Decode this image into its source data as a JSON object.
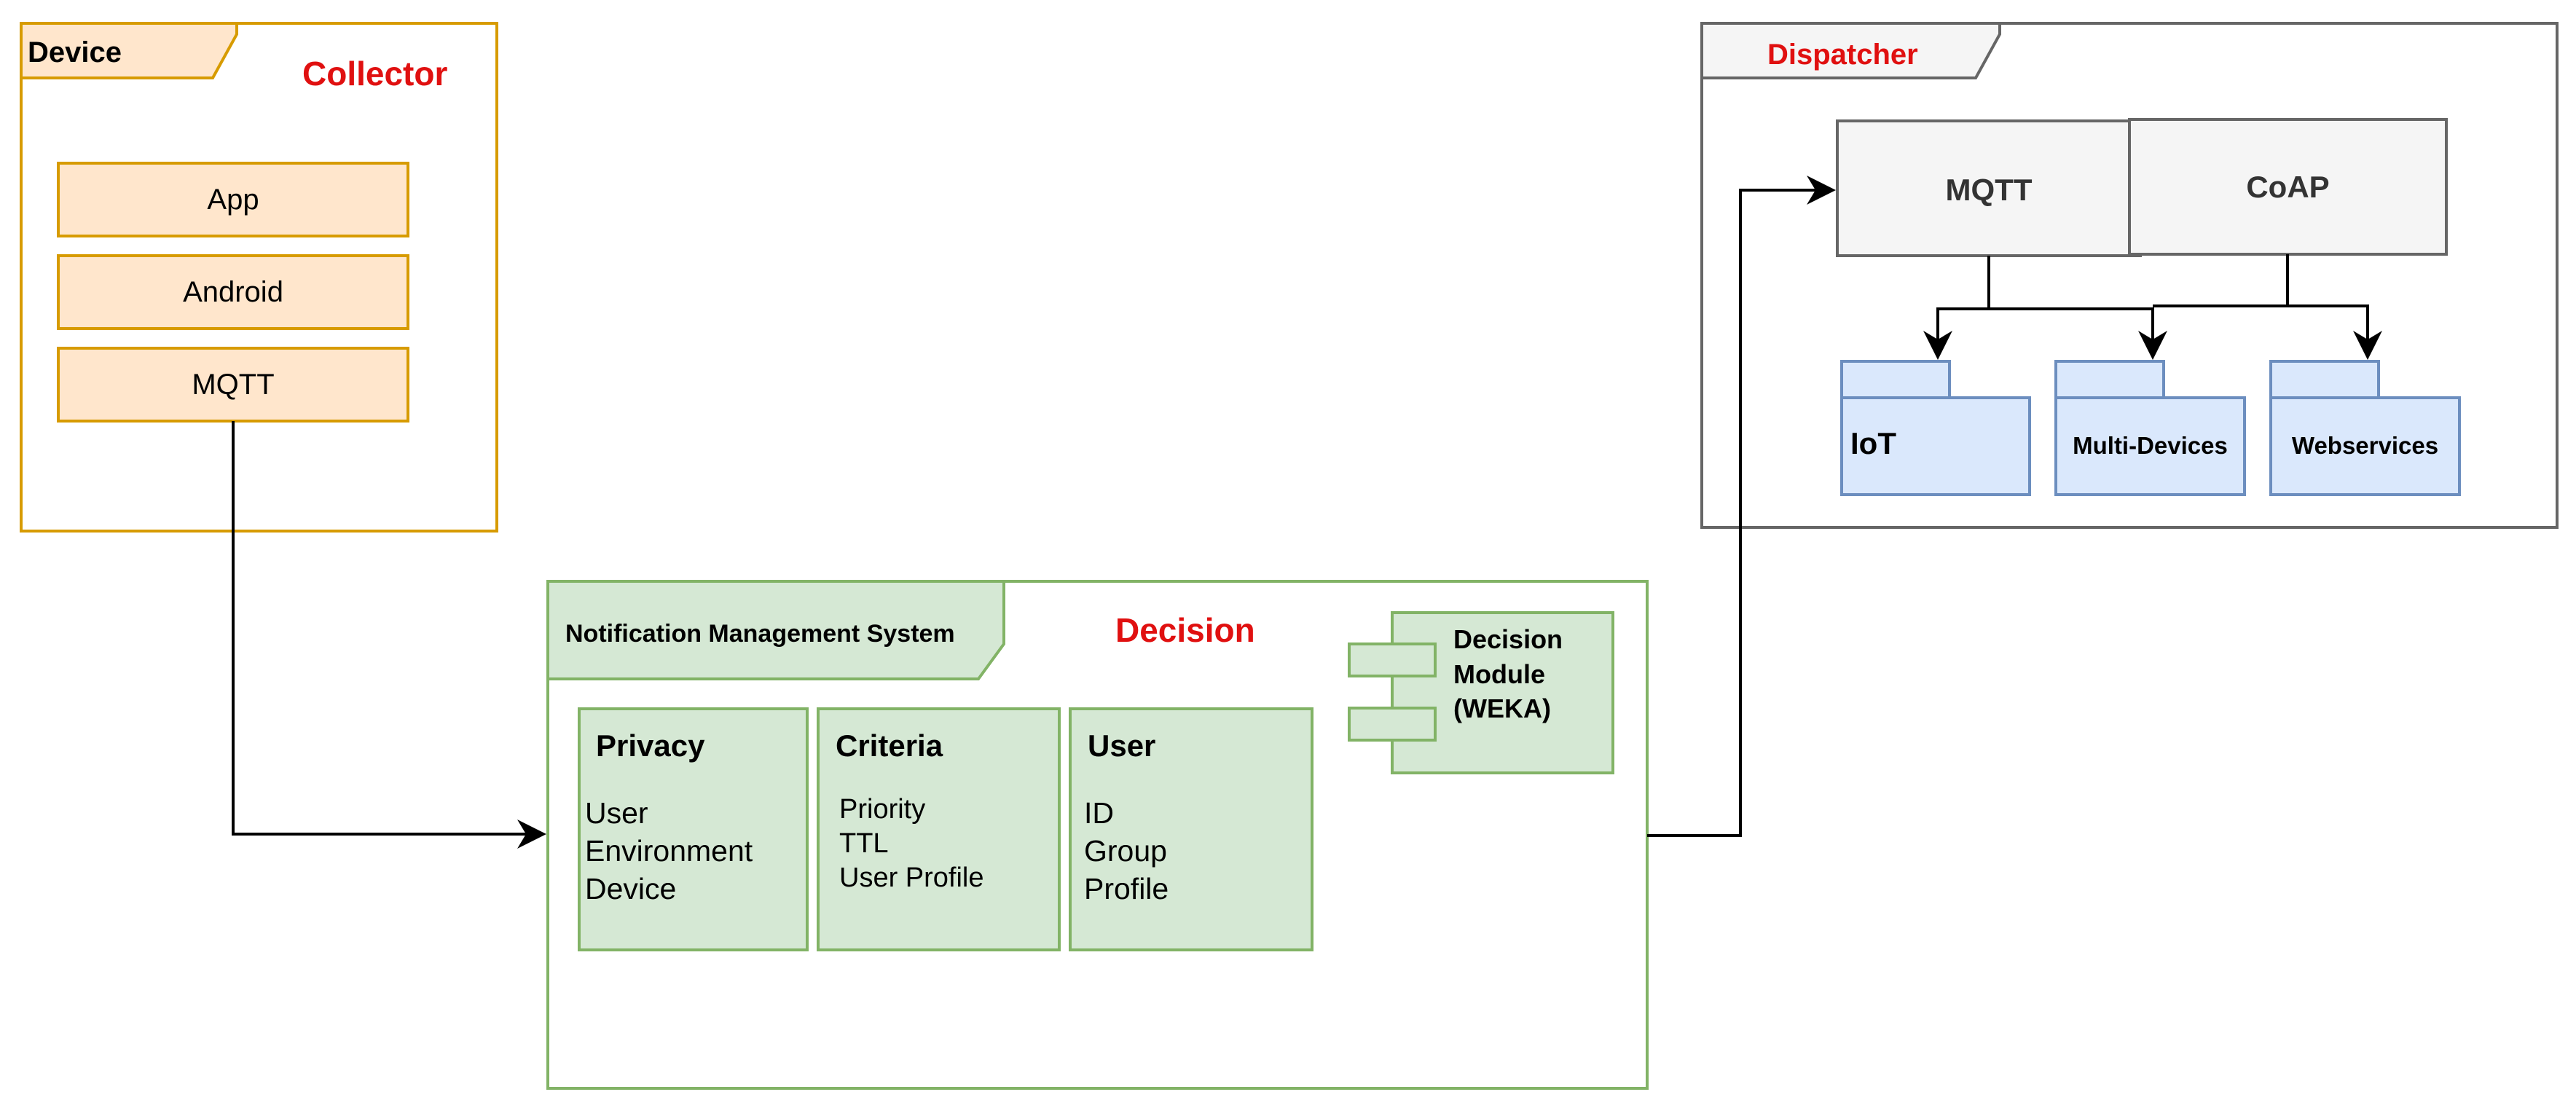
{
  "collector": {
    "tab_label": "Device",
    "title": "Collector",
    "items": [
      "App",
      "Android",
      "MQTT"
    ],
    "colors": {
      "border": "#d79b00",
      "fill": "#ffe6cc"
    }
  },
  "decision": {
    "tab_label": "Notification Management System",
    "title": "Decision",
    "module": {
      "lines": [
        "Decision",
        "Module",
        "(WEKA)"
      ]
    },
    "cards": [
      {
        "title": "Privacy",
        "lines": [
          "User",
          "Environment",
          "Device"
        ]
      },
      {
        "title": "Criteria",
        "lines": [
          "Priority",
          "TTL",
          "User Profile"
        ]
      },
      {
        "title": "User",
        "lines": [
          "ID",
          "Group",
          "Profile"
        ]
      }
    ],
    "colors": {
      "border": "#82b366",
      "fill": "#d5e8d4"
    }
  },
  "dispatcher": {
    "tab_label": "Dispatcher",
    "protocols": [
      "MQTT",
      "CoAP"
    ],
    "targets": [
      "IoT",
      "Multi-Devices",
      "Webservices"
    ],
    "colors": {
      "border": "#666666",
      "fill": "#f5f5f5",
      "target_border": "#6c8ebf",
      "target_fill": "#dae8fc"
    }
  },
  "accent_color": "#e01010"
}
